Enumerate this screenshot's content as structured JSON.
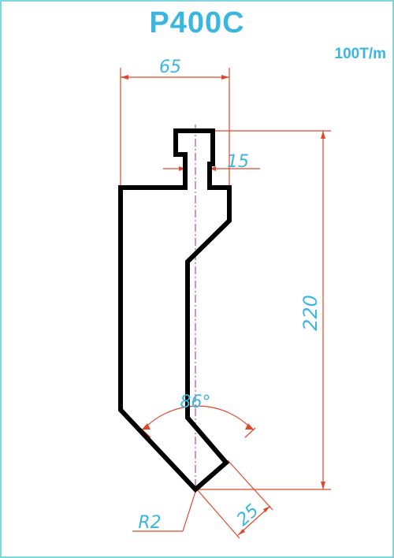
{
  "title": "P400C",
  "capacity": "100T/m",
  "dimensions": {
    "width": "65",
    "tang": "15",
    "height": "220",
    "angle": "86°",
    "radius": "R2",
    "tip": "25"
  },
  "colors": {
    "text": "#3bb6e0",
    "dimension_line": "#e0472a",
    "outline": "#000000",
    "centerline": "#9b2f7a",
    "frame": "#7fd6e0"
  }
}
